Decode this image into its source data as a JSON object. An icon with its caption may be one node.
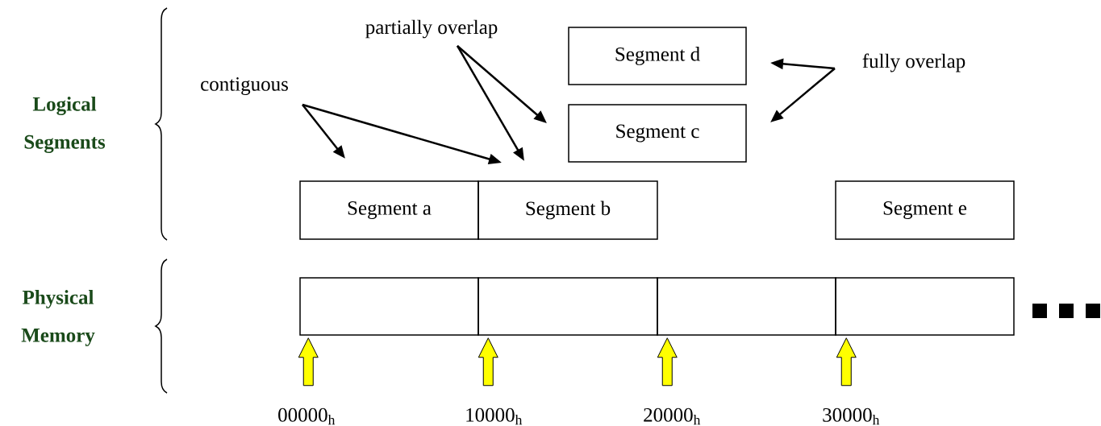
{
  "diagram": {
    "nodes": [
      {
        "text": [
          "Segment d"
        ]
      },
      {
        "text": [
          "Segment c"
        ]
      },
      {
        "text": [
          "contiguous"
        ]
      },
      {
        "text": [
          "partially overlap"
        ]
      },
      {
        "text": [
          "fully overlap"
        ]
      },
      {
        "text": [
          "Segment a"
        ]
      },
      {
        "text": [
          "Segment b"
        ]
      },
      {
        "text": [
          "Segment e"
        ]
      },
      {
        "text": [],
        "shape": "box"
      },
      {
        "text": [],
        "shape": "box"
      },
      {
        "text": [],
        "shape": "box"
      },
      {
        "text": [],
        "shape": "box"
      }
    ],
    "edges": [
      {
        "from": 2,
        "to": 5,
        "arrow": "to"
      },
      {
        "from": 2,
        "to": 6,
        "arrow": "to"
      },
      {
        "from": 3,
        "to": 6,
        "arrow": "to"
      },
      {
        "from": 3,
        "to": 1,
        "arrow": "to"
      },
      {
        "from": 4,
        "to": 0,
        "arrow": "to"
      },
      {
        "from": 4,
        "to": 1,
        "arrow": "to"
      },
      {
        "from": null,
        "to": 8,
        "arrow": "to",
        "color": "#ffff00"
      },
      {
        "from": null,
        "to": 9,
        "arrow": "to",
        "color": "#ffff00"
      },
      {
        "from": null,
        "to": 10,
        "arrow": "to",
        "color": "#ffff00"
      },
      {
        "from": null,
        "to": 11,
        "arrow": "to",
        "color": "#ffff00"
      }
    ],
    "labels": [
      "Logical Segments",
      "Physical Memory",
      "00000$_{h}$",
      "10000$_{h}$",
      "20000$_{h}$",
      "30000$_{h}$"
    ]
  }
}
